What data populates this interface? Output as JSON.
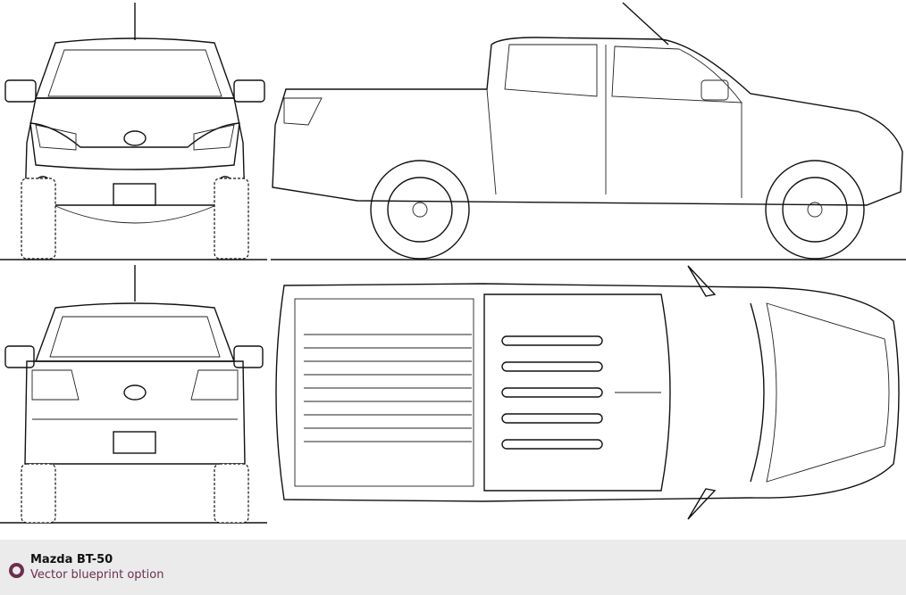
{
  "caption": {
    "title": "Mazda BT-50",
    "subtitle": "Vector blueprint option",
    "accent_color": "#6b2f4f",
    "background": "#ebebeb"
  },
  "blueprint": {
    "views": [
      "front",
      "side",
      "rear",
      "top"
    ]
  }
}
